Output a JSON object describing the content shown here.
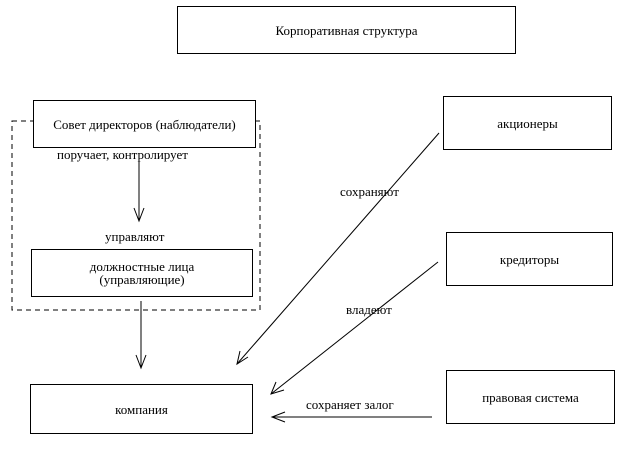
{
  "title": "Корпоративная структура",
  "nodes": {
    "board": "Совет директоров (наблюдатели)",
    "officers": [
      "должностные лица",
      "(управляющие)"
    ],
    "shareholders": "акционеры",
    "creditors": "кредиторы",
    "legal_system": "правовая система",
    "company": "компания"
  },
  "edge_labels": {
    "board_to_officers": "поручает, контролирует",
    "officers_manage": "управляют",
    "shareholders_to_company": "сохраняют",
    "creditors_to_company": "владеют",
    "legal_to_company": "сохраняет залог"
  },
  "colors": {
    "line": "#000000",
    "background": "#ffffff"
  }
}
